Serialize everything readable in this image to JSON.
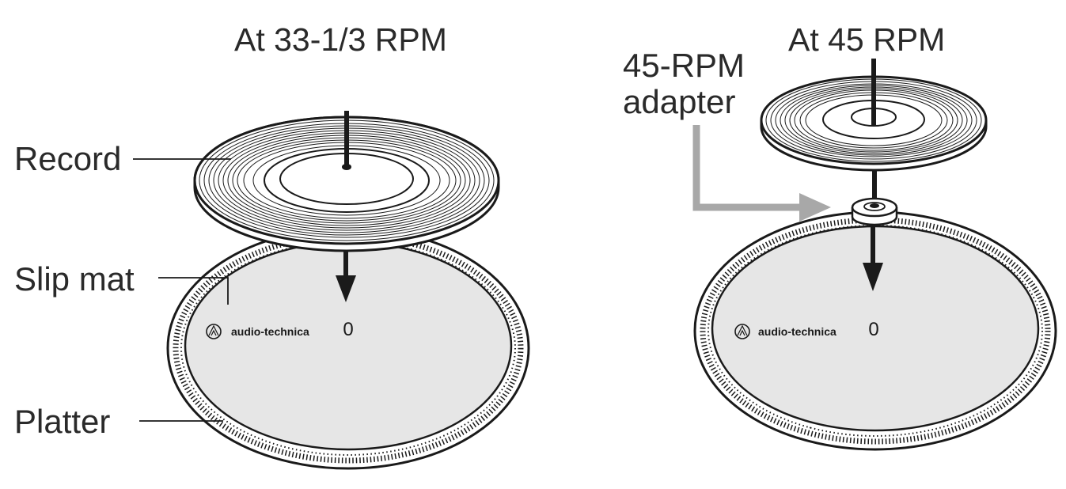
{
  "titles": {
    "left": "At 33-1/3 RPM",
    "right": "At 45 RPM"
  },
  "labels": {
    "record": "Record",
    "slip_mat": "Slip mat",
    "platter": "Platter",
    "adapter_line1": "45-RPM",
    "adapter_line2": "adapter"
  },
  "brand": {
    "name": "audio-technica",
    "mat_mark": "0"
  },
  "colors": {
    "ink": "#1a1a1a",
    "mat_fill": "#e6e6e6",
    "adapter_arrow": "#a8a8a8"
  }
}
